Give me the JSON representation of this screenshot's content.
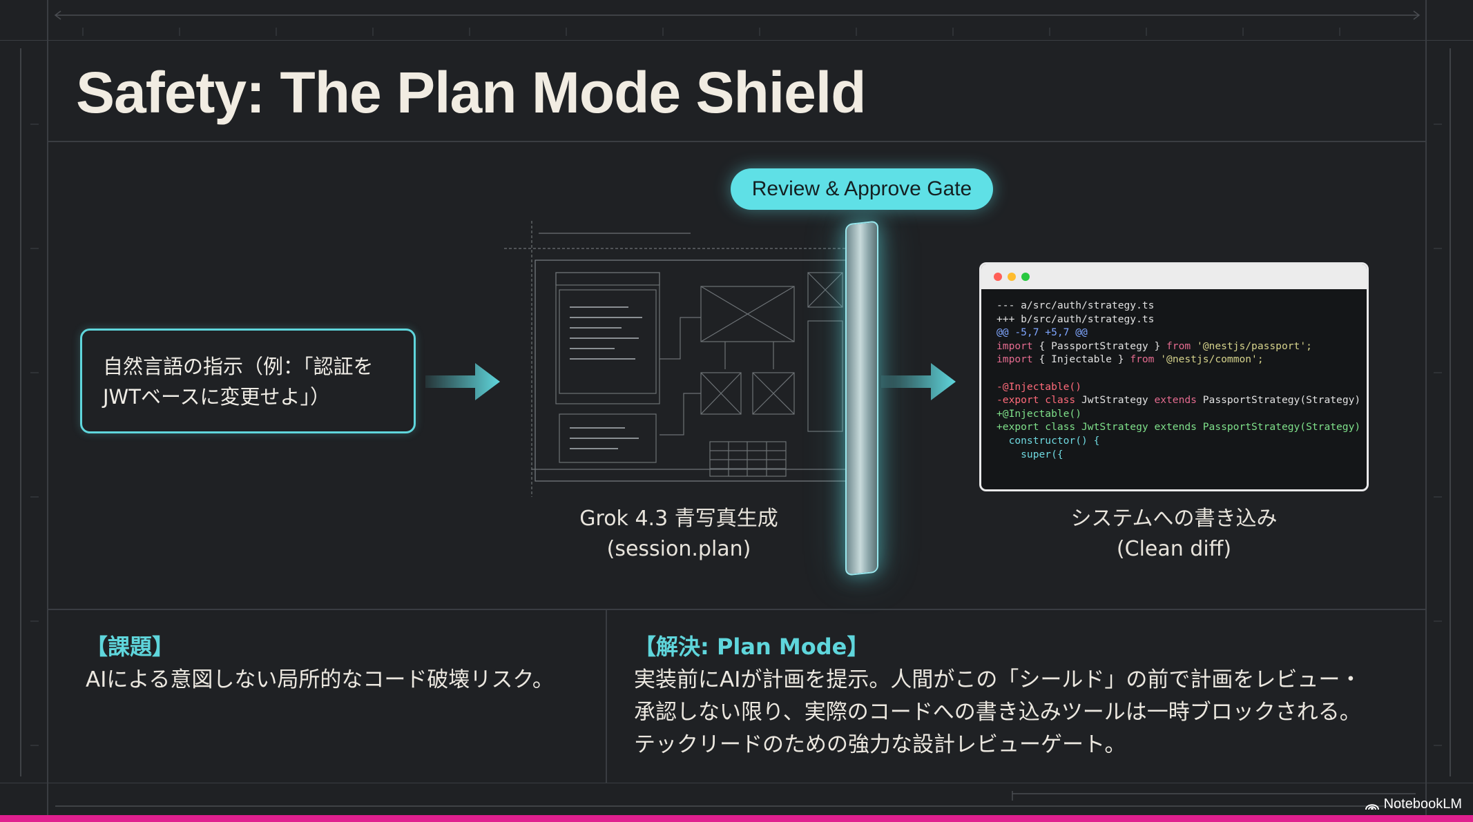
{
  "title": "Safety: The Plan Mode Shield",
  "instruction_box": {
    "line1": "自然言語の指示（例：「認証を",
    "line2": "JWTベースに変更せよ」）"
  },
  "gate_label": "Review & Approve Gate",
  "blueprint_caption": {
    "line1": "Grok 4.3 青写真生成",
    "line2": "(session.plan)"
  },
  "output_caption": {
    "line1": "システムへの書き込み",
    "line2": "(Clean diff)"
  },
  "code_diff": {
    "line_minus_file": "--- a/src/auth/strategy.ts",
    "line_plus_file": "+++ b/src/auth/strategy.ts",
    "hunk": "@@ -5,7 +5,7 @@",
    "import1_kw": "import",
    "import1_mid": " { PassportStrategy } ",
    "import1_from": "from",
    "import1_str": " '@nestjs/passport';",
    "import2_kw": "import",
    "import2_mid": " { Injectable } ",
    "import2_from": "from",
    "import2_str": " '@nestjs/common';",
    "del1": "-@Injectable()",
    "del2_a": "-export class ",
    "del2_b": "JwtStrategy ",
    "del2_c": "extends ",
    "del2_d": "PassportStrategy(Strategy) {",
    "add1": "+@Injectable()",
    "add2": "+export class JwtStrategy extends PassportStrategy(Strategy) {",
    "ctor": "  constructor() {",
    "super": "    super({"
  },
  "issue": {
    "heading": "【課題】",
    "body": "AIによる意図しない局所的なコード破壊リスク。"
  },
  "solution": {
    "heading": "【解決: Plan Mode】",
    "line1": "実装前にAIが計画を提示。人間がこの「シールド」の前で計画をレビュー・",
    "line2": "承認しない限り、実際のコードへの書き込みツールは一時ブロックされる。",
    "line3": "テックリードのための強力な設計レビューゲート。"
  },
  "brand": "NotebookLM",
  "colors": {
    "background": "#1f2124",
    "accent_teal": "#5fd6dc",
    "bottom_bar": "#e0208f"
  }
}
